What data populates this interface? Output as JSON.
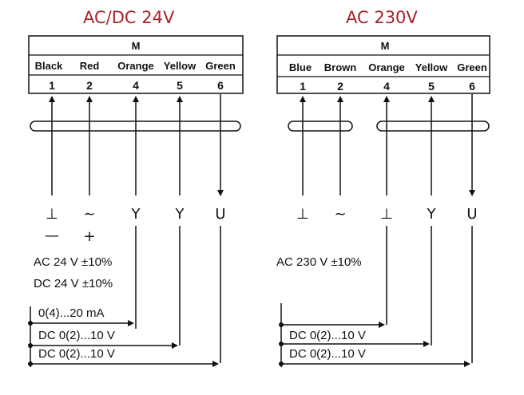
{
  "left": {
    "title": "AC/DC 24V",
    "motor_label": "M",
    "wires": [
      {
        "color": "Black",
        "pin": "1",
        "symbol": "⊥",
        "polarity": "—"
      },
      {
        "color": "Red",
        "pin": "2",
        "symbol": "~",
        "polarity": "+"
      },
      {
        "color": "Orange",
        "pin": "4",
        "symbol": "Y",
        "polarity": ""
      },
      {
        "color": "Yellow",
        "pin": "5",
        "symbol": "Y",
        "polarity": ""
      },
      {
        "color": "Green",
        "pin": "6",
        "symbol": "U",
        "polarity": ""
      }
    ],
    "supply_lines": [
      "AC 24 V ±10%",
      "DC 24 V ±10%"
    ],
    "signals": [
      "0(4)...20 mA",
      "DC 0(2)...10 V",
      "DC 0(2)...10 V"
    ]
  },
  "right": {
    "title": "AC 230V",
    "motor_label": "M",
    "wires": [
      {
        "color": "Blue",
        "pin": "1",
        "symbol": "⊥"
      },
      {
        "color": "Brown",
        "pin": "2",
        "symbol": "~"
      },
      {
        "color": "Orange",
        "pin": "4",
        "symbol": "⊥"
      },
      {
        "color": "Yellow",
        "pin": "5",
        "symbol": "Y"
      },
      {
        "color": "Green",
        "pin": "6",
        "symbol": "U"
      }
    ],
    "supply_lines": [
      "AC 230 V ±10%"
    ],
    "signals": [
      "DC 0(2)...10 V",
      "DC 0(2)...10 V"
    ]
  },
  "colors": {
    "title": "#a8222a",
    "line": "#111111"
  }
}
